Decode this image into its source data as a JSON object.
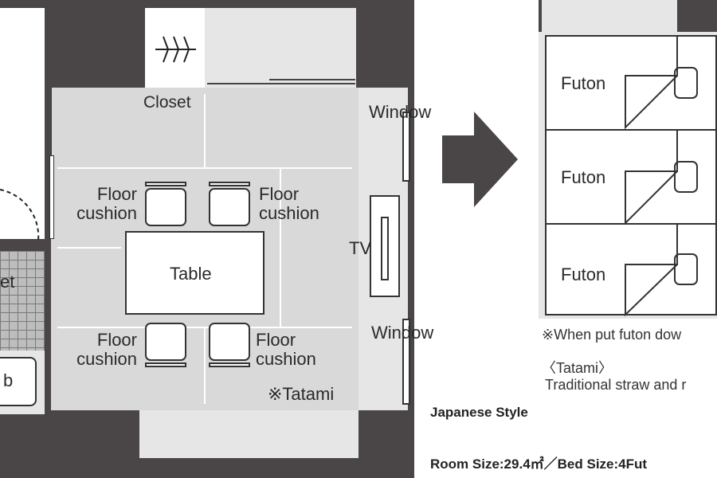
{
  "floorplan": {
    "labels": {
      "closet": "Closet",
      "window_top": "Window",
      "window_bottom": "Window",
      "tv": "TV",
      "table": "Table",
      "cushion_tl": "Floor\ncushion",
      "cushion_tr": "Floor\ncushion",
      "cushion_bl": "Floor\ncushion",
      "cushion_br": "Floor\ncushion",
      "tatami": "※Tatami",
      "partial_toilet": "et",
      "partial_bath": "b"
    }
  },
  "futon_layout": {
    "futons": [
      "Futon",
      "Futon",
      "Futon"
    ],
    "note": "※When put futon dow",
    "tatami_heading": "〈Tatami〉",
    "tatami_desc": "Traditional straw and r"
  },
  "room_info": {
    "style": "Japanese Style",
    "size_line": "Room Size:29.4㎡／Bed Size:4Fut"
  },
  "colors": {
    "wall": "#4a4546",
    "tatami": "#d9d9d9",
    "arrow": "#4a4546"
  }
}
